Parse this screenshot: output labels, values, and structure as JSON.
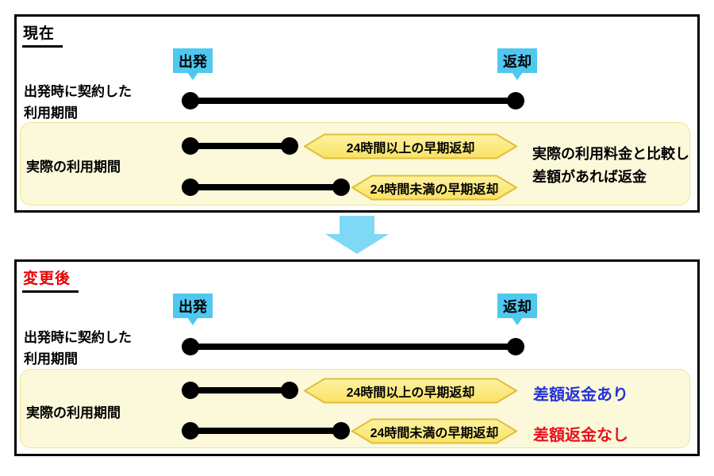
{
  "panel_current": {
    "title": "現在",
    "departure": "出発",
    "return": "返却",
    "contracted_line1": "出発時に契約した",
    "contracted_line2": "利用期間",
    "actual_label": "実際の利用期間",
    "badge_over_24h": "24時間以上の早期返却",
    "badge_under_24h": "24時間未満の早期返却",
    "note_line1": "実際の利用料金と比較し",
    "note_line2": "差額があれば返金"
  },
  "panel_after": {
    "title": "変更後",
    "departure": "出発",
    "return": "返却",
    "contracted_line1": "出発時に契約した",
    "contracted_line2": "利用期間",
    "actual_label": "実際の利用期間",
    "badge_over_24h": "24時間以上の早期返却",
    "badge_under_24h": "24時間未満の早期返却",
    "result_over_24h": "差額返金あり",
    "result_under_24h": "差額返金なし"
  },
  "colors": {
    "bubble_cyan": "#4fc8f0",
    "arrow_cyan": "#7fd8f6",
    "highlight_bg": "#fcf9da",
    "badge_border": "#dfbe3b",
    "badge_fill_top": "#fdf2a2",
    "badge_fill_bottom": "#f9e263",
    "after_title_red": "#e60000",
    "refund_yes_blue": "#2533d6",
    "refund_no_red": "#e8111f"
  }
}
